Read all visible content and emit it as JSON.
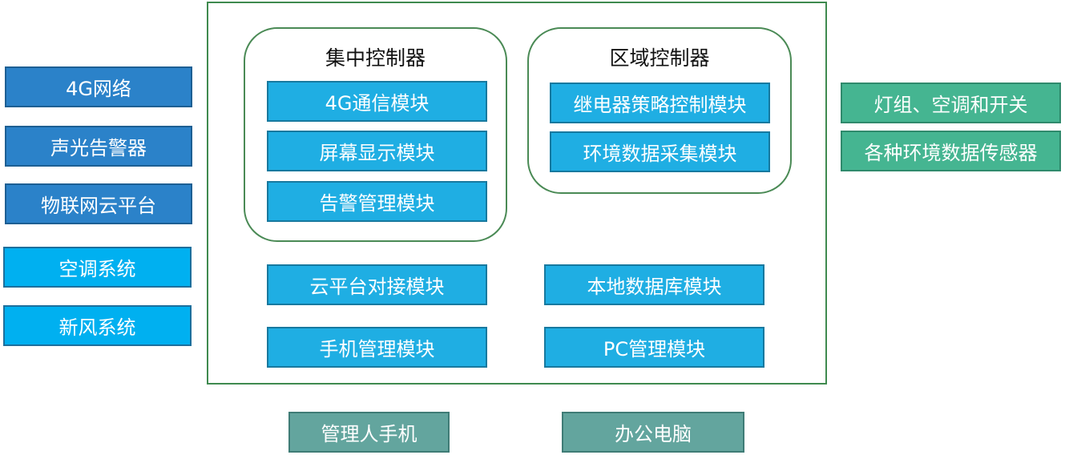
{
  "left_column": [
    {
      "label": "4G网络",
      "color": "#2b82c9"
    },
    {
      "label": "声光告警器",
      "color": "#2b82c9"
    },
    {
      "label": "物联网云平台",
      "color": "#2b82c9"
    },
    {
      "label": "空调系统",
      "color": "#00b0f0"
    },
    {
      "label": "新风系统",
      "color": "#00b0f0"
    }
  ],
  "central_controller": {
    "title": "集中控制器",
    "modules": [
      "4G通信模块",
      "屏幕显示模块",
      "告警管理模块"
    ]
  },
  "zone_controller": {
    "title": "区域控制器",
    "modules": [
      "继电器策略控制模块",
      "环境数据采集模块"
    ]
  },
  "system_modules": {
    "cloud_platform": "云平台对接模块",
    "local_database": "本地数据库模块",
    "mobile_management": "手机管理模块",
    "pc_management": "PC管理模块"
  },
  "right_column": [
    {
      "label": "灯组、空调和开关",
      "color": "#45b591"
    },
    {
      "label": "各种环境数据传感器",
      "color": "#45b591"
    }
  ],
  "bottom_devices": [
    {
      "label": "管理人手机",
      "color": "#63a59e"
    },
    {
      "label": "办公电脑",
      "color": "#63a59e"
    }
  ]
}
